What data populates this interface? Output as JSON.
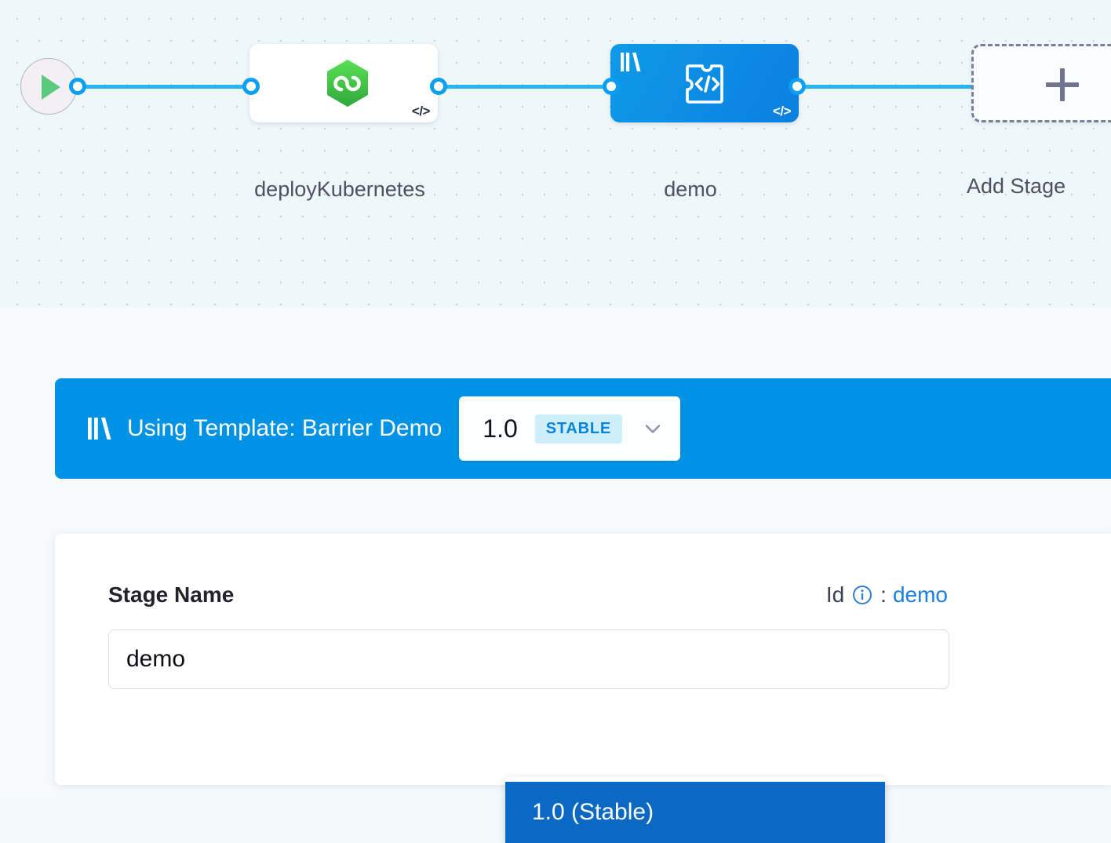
{
  "canvas": {
    "start_node": {
      "icon": "play-icon"
    },
    "stages": [
      {
        "id": "deployKubernetes",
        "label": "deployKubernetes",
        "icon": "harness-hexagon-icon",
        "code_badge": "</>",
        "selected": false
      },
      {
        "id": "demo",
        "label": "demo",
        "icon": "template-code-icon",
        "template_mark": "template-bars-icon",
        "code_badge": "</>",
        "selected": true
      }
    ],
    "add_stage": {
      "label": "Add Stage",
      "icon": "plus-icon"
    }
  },
  "template_banner": {
    "icon": "template-bars-icon",
    "text": "Using Template: Barrier Demo",
    "version_selector": {
      "version": "1.0",
      "badge": "STABLE",
      "chevron": "chevron-down-icon",
      "expanded": true,
      "options": [
        {
          "label": "1.0 (Stable)",
          "selected": true
        }
      ]
    }
  },
  "form": {
    "stage_name_label": "Stage Name",
    "id_label": "Id",
    "id_info_icon": "info-circle-icon",
    "id_separator": ":",
    "id_value": "demo",
    "stage_name_value": "demo",
    "stage_name_placeholder": "Stage Name"
  },
  "colors": {
    "banner_blue": "#0092E4",
    "node_blue": "#0B7FE0",
    "wire_blue": "#28B5F5",
    "dropdown_selected": "#0B69C4",
    "badge_bg": "#CDEEFB",
    "badge_text": "#0A84D8",
    "harness_green": "#4ACF50",
    "link_blue": "#1A7FE0",
    "canvas_bg": "#EEF7FA"
  }
}
